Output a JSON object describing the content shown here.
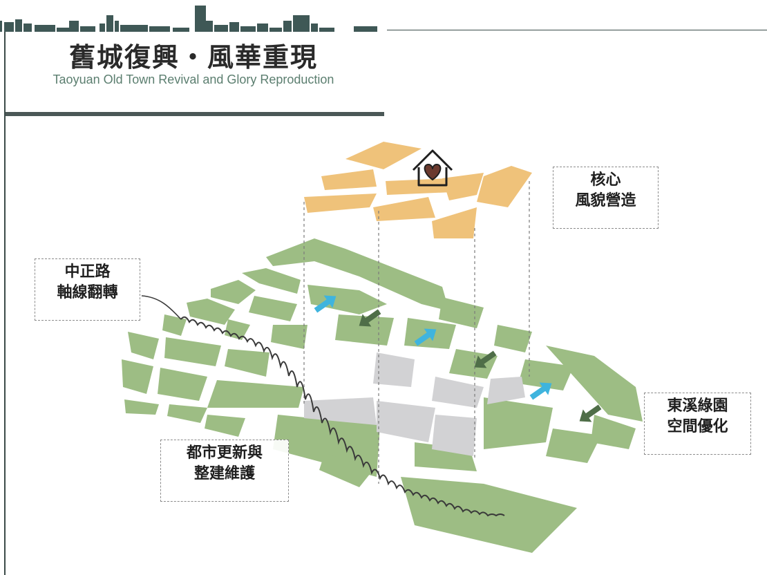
{
  "header": {
    "title_cn": "舊城復興・風華重現",
    "title_en": "Taoyuan Old Town Revival and Glory Reproduction"
  },
  "labels": {
    "core": {
      "line1": "核心",
      "line2": "風貌營造"
    },
    "road": {
      "line1": "中正路",
      "line2": "軸線翻轉"
    },
    "stream": {
      "line1": "東溪綠園",
      "line2": "空間優化"
    },
    "renewal": {
      "line1": "都市更新與",
      "line2": "整建維護"
    }
  },
  "colors": {
    "block_green": "#9dbd84",
    "block_gray": "#d2d2d4",
    "block_orange": "#efc27a",
    "arrow_blue": "#3fb4de",
    "arrow_green": "#4f6e48",
    "skyline": "#3f5856",
    "scribble": "#3a3a3a"
  },
  "icons": [
    "house-heart-icon"
  ]
}
